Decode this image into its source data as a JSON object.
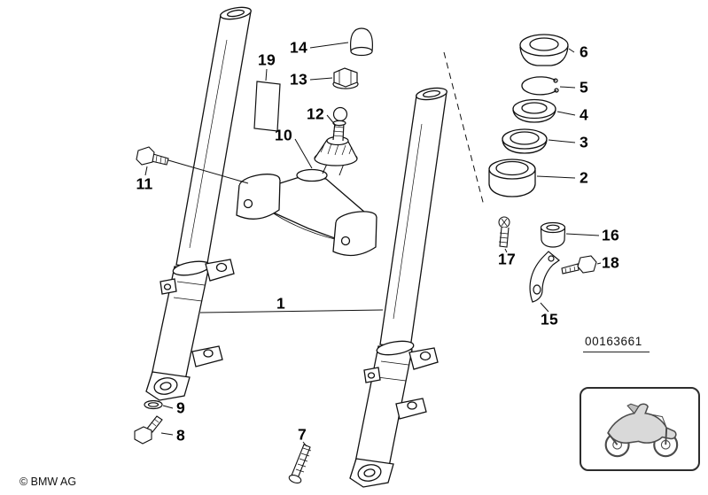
{
  "branding": {
    "copyright_label": "© BMW AG"
  },
  "stamp": {
    "part_number": "00163661",
    "icon": "motorcycle-icon"
  },
  "colors": {
    "line": "#000000",
    "background": "#ffffff"
  },
  "callouts": {
    "c1": "1",
    "c2": "2",
    "c3": "3",
    "c4": "4",
    "c5": "5",
    "c6": "6",
    "c7": "7",
    "c8": "8",
    "c9": "9",
    "c10": "10",
    "c11": "11",
    "c12": "12",
    "c13": "13",
    "c14": "14",
    "c15": "15",
    "c16": "16",
    "c17": "17",
    "c18": "18",
    "c19": "19"
  }
}
